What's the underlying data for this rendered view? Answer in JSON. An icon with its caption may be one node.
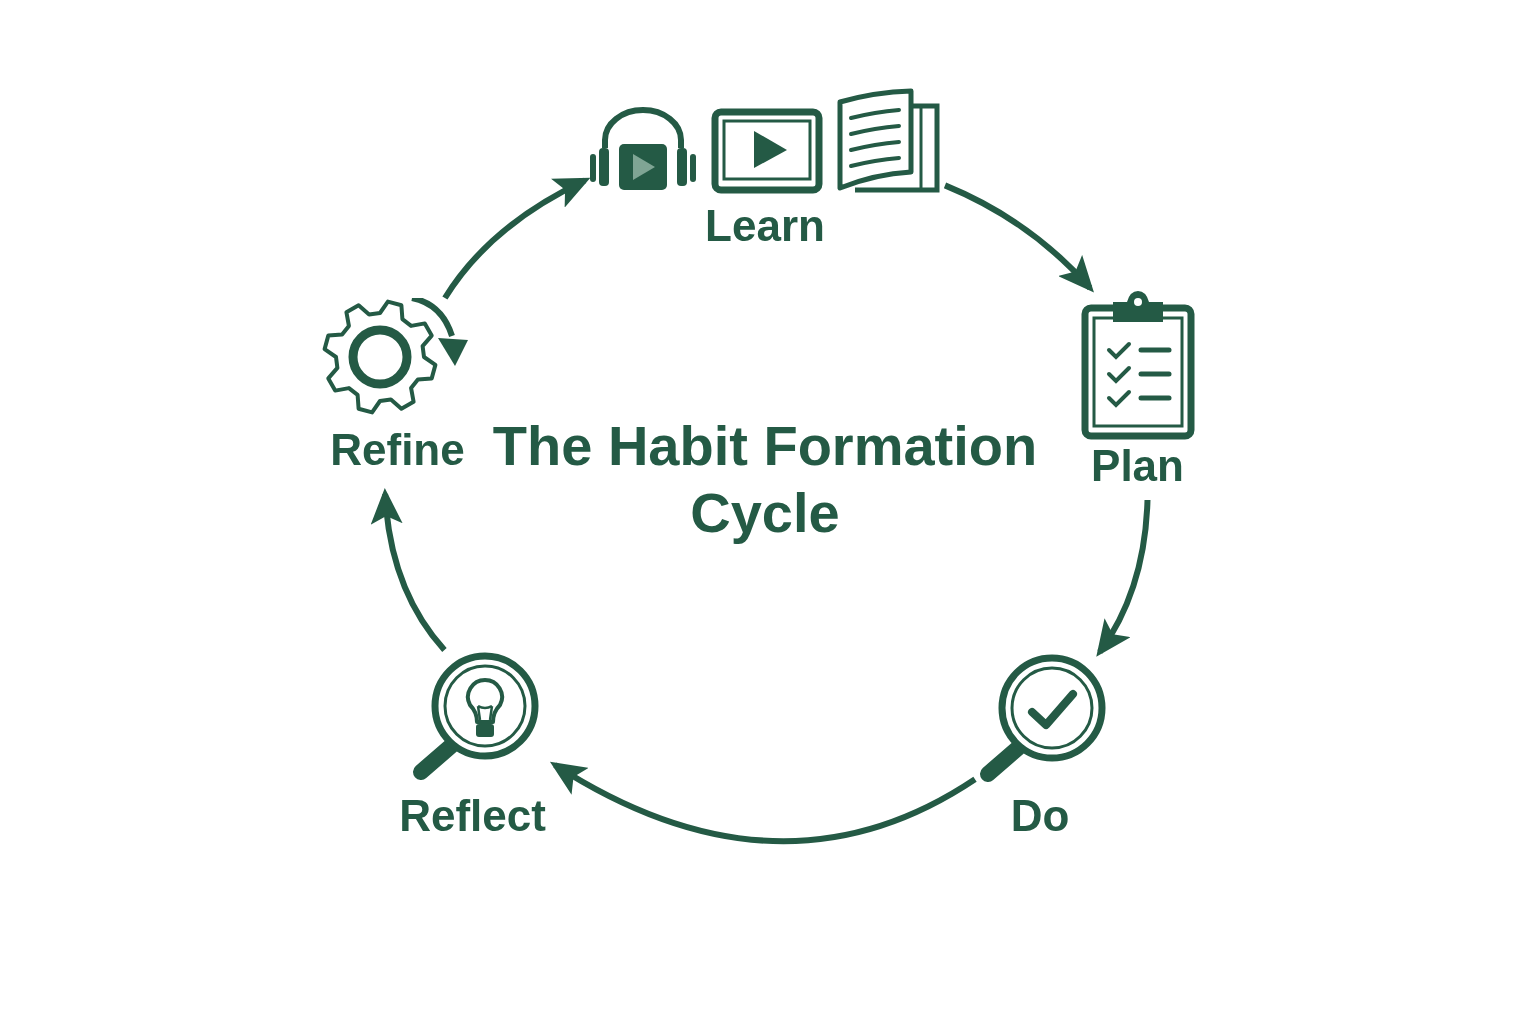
{
  "diagram": {
    "title": "The Habit Formation Cycle",
    "nodes": [
      {
        "text": [
          "Learn"
        ]
      },
      {
        "text": [
          "Plan"
        ]
      },
      {
        "text": [
          "Do"
        ]
      },
      {
        "text": [
          "Reflect"
        ]
      },
      {
        "text": [
          "Refine"
        ]
      }
    ],
    "edges": [
      {
        "from": 4,
        "to": 0,
        "arrow": "to"
      },
      {
        "from": 0,
        "to": 1,
        "arrow": "to"
      },
      {
        "from": 1,
        "to": 2,
        "arrow": "to"
      },
      {
        "from": 2,
        "to": 3,
        "arrow": "to"
      },
      {
        "from": 3,
        "to": 4,
        "arrow": "to"
      }
    ]
  }
}
